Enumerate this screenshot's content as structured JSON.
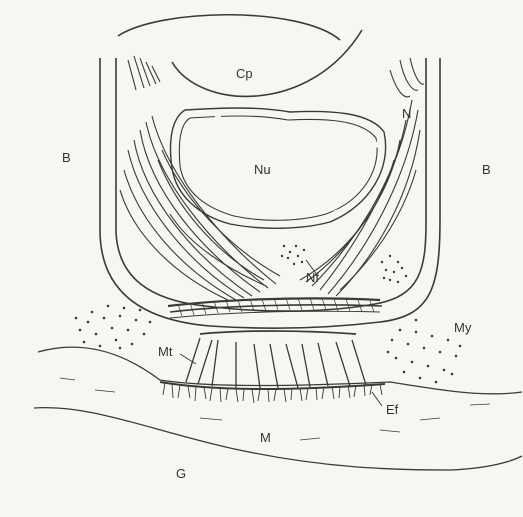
{
  "labels": {
    "cp": "Cp",
    "n": "N",
    "b_left": "B",
    "b_right": "B",
    "nu": "Nu",
    "nf": "Nf",
    "my": "My",
    "mt": "Mt",
    "ef": "Ef",
    "m": "M",
    "g": "G"
  },
  "colors": {
    "background": "#f7f6f2",
    "ink": "#3a3a3a"
  }
}
